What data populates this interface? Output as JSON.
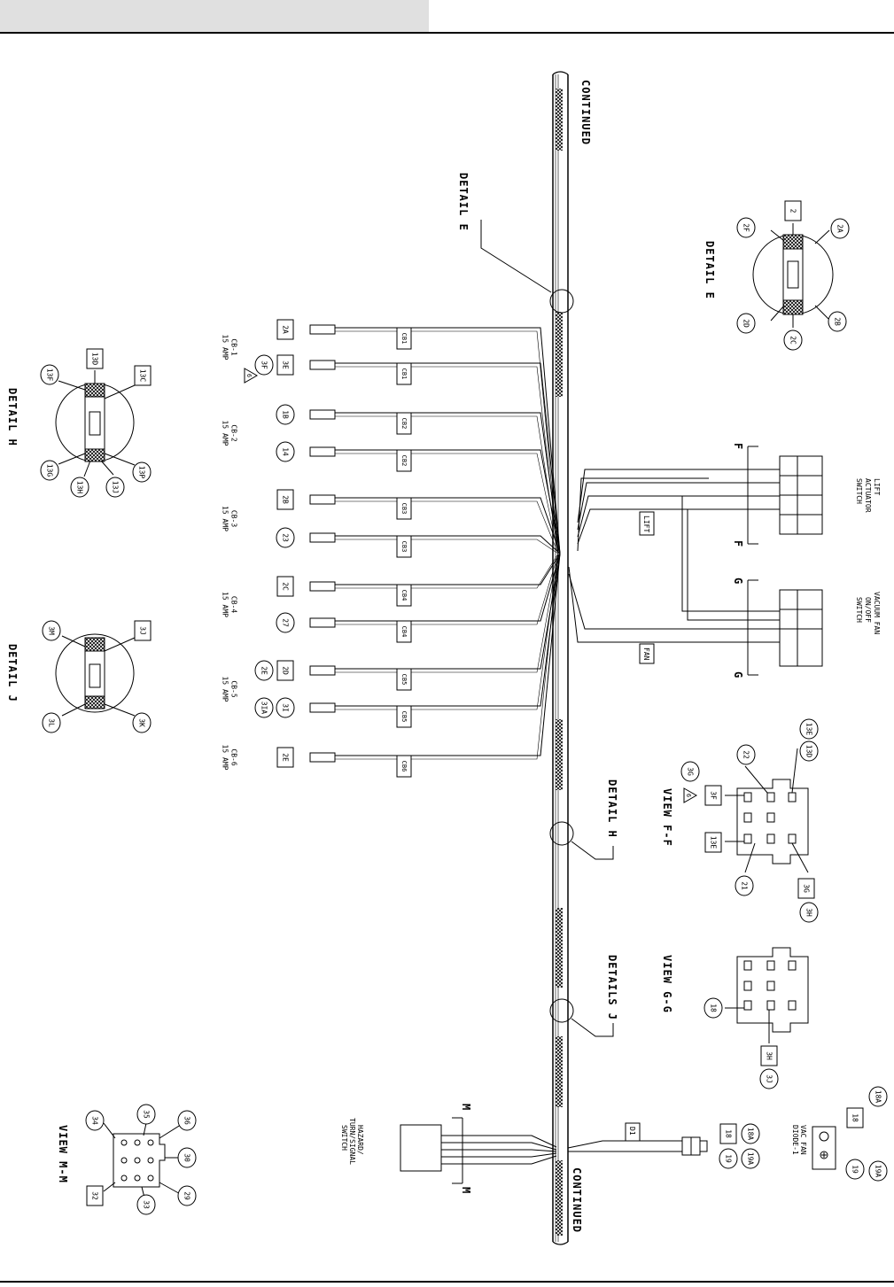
{
  "labels": {
    "continued_top": "CONTINUED",
    "continued_bottom": "CONTINUED",
    "detail_e_callout": "DETAIL E",
    "detail_e_title": "DETAIL E",
    "detail_h_callout": "DETAIL H",
    "detail_h_title": "DETAIL H",
    "detail_j_callout": "DETAILS J",
    "detail_j_title": "DETAIL J",
    "view_ff": "VIEW F-F",
    "view_gg": "VIEW G-G",
    "view_mm": "VIEW M-M",
    "lift_switch": [
      "LIFT",
      "ACTUATOR",
      "SWITCH"
    ],
    "vacuum_switch": [
      "VACUUM FAN",
      "ON/OFF",
      "SWITCH"
    ],
    "hazard_switch": [
      "HAZARD/",
      "TURN/SIGNAL",
      "SWITCH"
    ],
    "vac_fan_diode": [
      "VAC FAN",
      "DIODE-1"
    ],
    "lift_tag": "LIFT",
    "fan_tag": "FAN",
    "d1_tag": "D1",
    "section_f": "F",
    "section_g": "G",
    "section_m": "M"
  },
  "breakers": [
    {
      "name": "CB-1",
      "amp": "15 AMP",
      "wires": [
        {
          "box": "2A",
          "tag": "CB1"
        },
        {
          "box": "3E",
          "circle": "3F",
          "tag": "CB1",
          "note": "6"
        }
      ]
    },
    {
      "name": "CB-2",
      "amp": "15 AMP",
      "wires": [
        {
          "circle": "1B",
          "tag": "CB2"
        },
        {
          "circle": "14",
          "tag": "CB2"
        }
      ]
    },
    {
      "name": "CB-3",
      "amp": "15 AMP",
      "wires": [
        {
          "box": "2B",
          "tag": "CB3"
        },
        {
          "circle": "23",
          "tag": "CB3"
        }
      ]
    },
    {
      "name": "CB-4",
      "amp": "15 AMP",
      "wires": [
        {
          "box": "2C",
          "tag": "CB4"
        },
        {
          "circle": "27",
          "tag": "CB4"
        }
      ]
    },
    {
      "name": "CB-5",
      "amp": "15 AMP",
      "wires": [
        {
          "box": "2D",
          "circle": "2E",
          "tag": "CB5"
        },
        {
          "circle": "3I",
          "circle2": "3IA",
          "tag": "CB5"
        }
      ]
    },
    {
      "name": "CB-6",
      "amp": "15 AMP",
      "wires": [
        {
          "box": "2E",
          "tag": "CB6"
        }
      ]
    }
  ],
  "detail_e": {
    "box": "2",
    "circles": [
      "2A",
      "2B",
      "2C",
      "2D",
      "2F"
    ]
  },
  "detail_h": {
    "boxes": [
      "13D",
      "13C"
    ],
    "circles": [
      "13F",
      "13G",
      "13H",
      "13J",
      "13P"
    ]
  },
  "detail_j": {
    "box": "3J",
    "circles": [
      "3M",
      "3L",
      "3K"
    ]
  },
  "view_ff_refs": {
    "box1": "3F",
    "circle1": "3G",
    "note": "6",
    "circle_22": "22",
    "circle_13e": "13E",
    "circle_13d": "13D",
    "box_13e": "13E",
    "circle_21": "21",
    "box_3g": "3G",
    "circle_3h": "3H"
  },
  "view_gg_refs": {
    "circle_18": "18",
    "box_3h": "3H",
    "circle_3j": "3J"
  },
  "view_mm_refs": {
    "circles": [
      "35",
      "36",
      "34",
      "30",
      "29",
      "33"
    ],
    "box": "32"
  },
  "connector_refs": {
    "box_18": "18",
    "circle_18a": "18A",
    "circle_19": "19",
    "circle_19a": "19A"
  },
  "diode_refs": {
    "box_18": "18",
    "circle_18a": "18A",
    "circle_19": "19",
    "circle_19a": "19A"
  }
}
